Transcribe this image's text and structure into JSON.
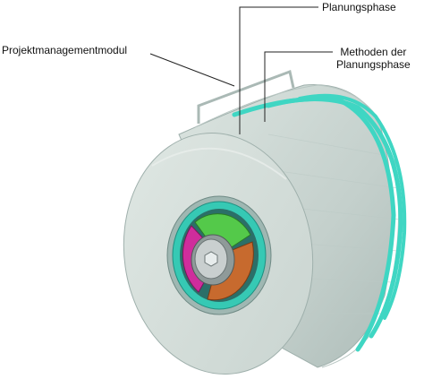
{
  "diagram": {
    "labels": {
      "planungsphase": "Planungsphase",
      "methoden_line1": "Methoden der",
      "methoden_line2": "Planungsphase",
      "projektmanagementmodul": "Projektmanagementmodul"
    },
    "colors": {
      "disc_face": "#d3ddd8",
      "disc_side": "#c7d3cf",
      "disc_side_dark": "#a9b8b4",
      "ring_highlight": "#3fd6c3",
      "inner_ring": "#36c9b4",
      "segment_magenta": "#cf2d9c",
      "segment_green": "#54c94a",
      "segment_orange": "#c76a2e",
      "hub": "#c9cfcf",
      "leader_line": "#222222"
    }
  }
}
